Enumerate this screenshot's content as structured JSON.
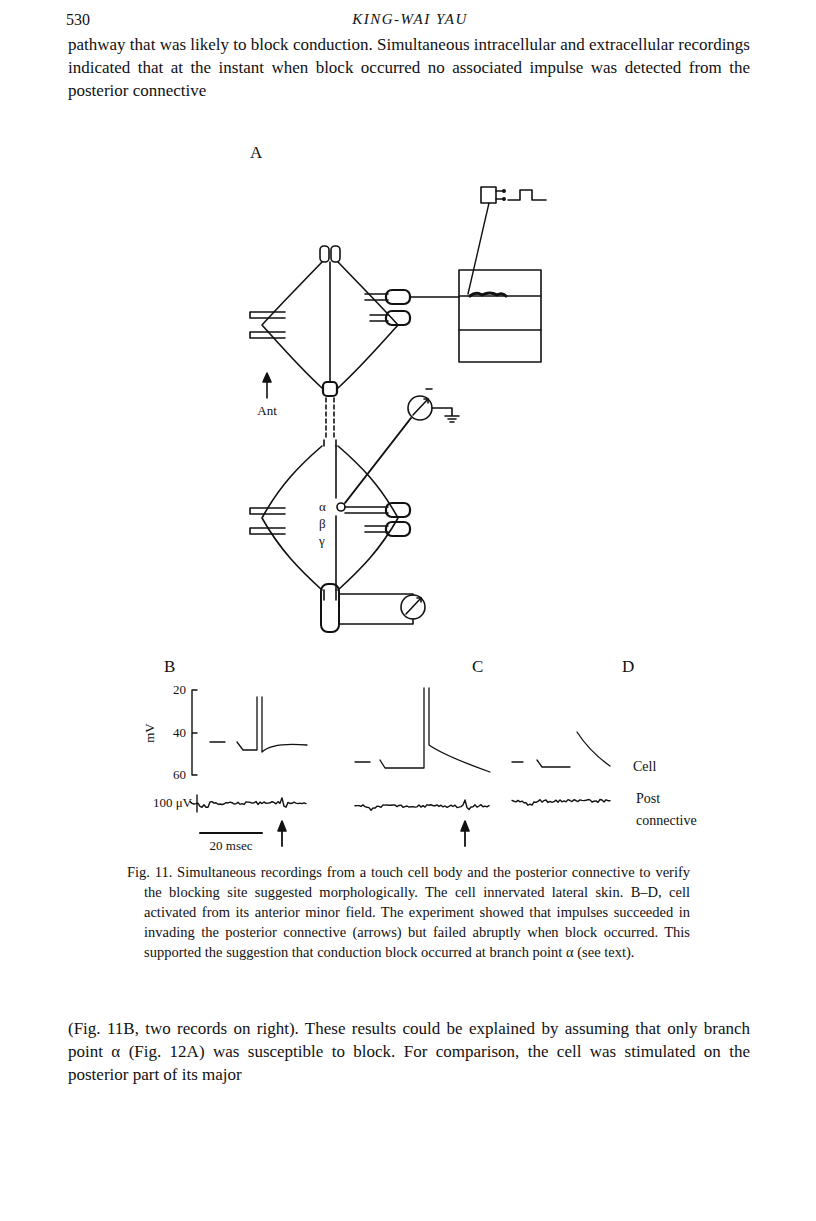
{
  "diagram": {
    "caption": "Fig. 11. Simultaneous recordings from a touch cell body and the posterior connective to verify the blocking site suggested morphologically. The cell innervated lateral skin. B–D, cell activated from its anterior minor field. The experiment showed that impulses succeeded in invading the posterior connective (arrows) but failed abruptly when block occurred. This supported the suggestion that conduction block occurred at branch point α (see text).",
    "labels": [
      "530",
      "KING-WAI YAU",
      "pathway that was likely to block conduction. Simultaneous intracellular and extracellular recordings indicated that at the instant when block occurred no associated impulse was detected from the posterior connective",
      "A",
      "Ant",
      "α",
      "β",
      "γ",
      "B",
      "C",
      "D",
      "20",
      "mV",
      "40",
      "60",
      "100 μV",
      "20 msec",
      "Cell",
      "Post connective",
      "(Fig. 11B, two records on right). These results could be explained by assuming that only branch point α (Fig. 12A) was susceptible to block. For comparison, the cell was stimulated on the posterior part of its major"
    ]
  }
}
